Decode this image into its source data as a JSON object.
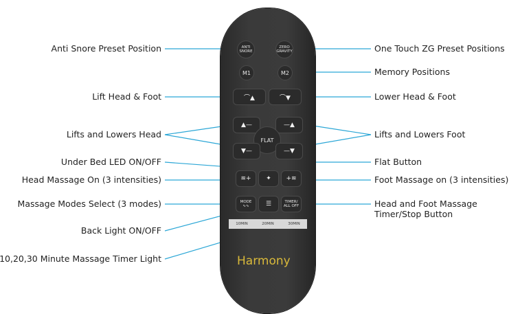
{
  "labels_left": [
    {
      "id": "anti-snore",
      "text": "Anti Snore Preset Position"
    },
    {
      "id": "lift-head-foot",
      "text": "Lift Head & Foot"
    },
    {
      "id": "lifts-lowers-head",
      "text": "Lifts and Lowers Head"
    },
    {
      "id": "under-bed-led",
      "text": "Under Bed LED ON/OFF"
    },
    {
      "id": "head-massage",
      "text": "Head Massage On (3 intensities)"
    },
    {
      "id": "massage-modes",
      "text": "Massage Modes Select (3 modes)"
    },
    {
      "id": "back-light",
      "text": "Back Light ON/OFF"
    },
    {
      "id": "timer-light",
      "text": "10,20,30 Minute Massage Timer Light"
    }
  ],
  "labels_right": [
    {
      "id": "zero-gravity",
      "text": "One Touch ZG Preset Positions"
    },
    {
      "id": "memory",
      "text": "Memory Positions"
    },
    {
      "id": "lower-head-foot",
      "text": "Lower Head & Foot"
    },
    {
      "id": "lifts-lowers-foot",
      "text": "Lifts and Lowers Foot"
    },
    {
      "id": "flat",
      "text": "Flat Button"
    },
    {
      "id": "foot-massage",
      "text": "Foot Massage on (3 intensities)"
    },
    {
      "id": "timer-stop",
      "text": "Head and Foot Massage Timer/Stop Button"
    }
  ],
  "remote": {
    "anti_snore_line1": "ANTI",
    "anti_snore_line2": "SNORE",
    "zero_gravity_line1": "ZERO",
    "zero_gravity_line2": "GRAVITY",
    "m1": "M1",
    "m2": "M2",
    "flat": "FLAT",
    "mode_label": "MODE",
    "timer_line1": "TIMER/",
    "timer_line2": "ALL OFF",
    "timer_10": "10MIN",
    "timer_20": "20MIN",
    "timer_30": "30MIN",
    "brand": "Harmony"
  },
  "colors": {
    "leader_line": "#2aa6d6",
    "remote_body": "#3a3a3a",
    "brand": "#d9b93a"
  }
}
